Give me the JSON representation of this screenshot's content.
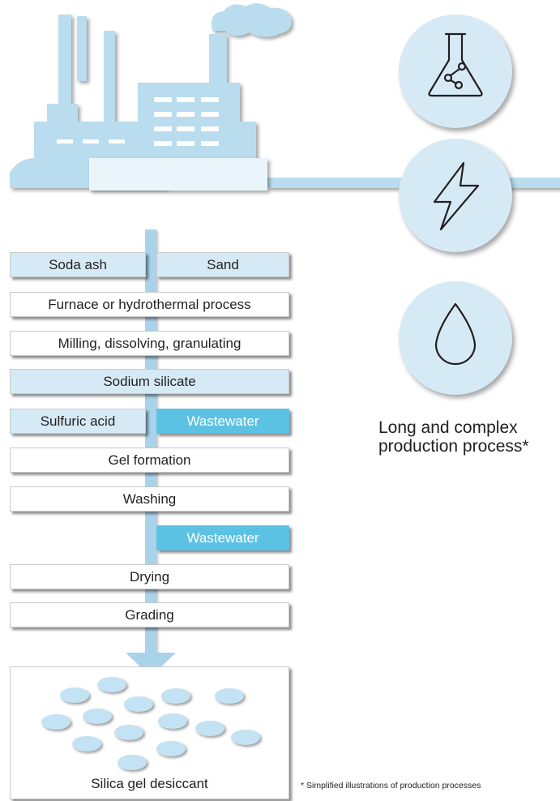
{
  "colors": {
    "light_blue": "#d6eaf6",
    "accent": "#5cc2e3",
    "pipe": "#a9d3ea",
    "text": "#231f20"
  },
  "icons": [
    "flask-molecule-icon",
    "lightning-bolt-icon",
    "water-drop-icon"
  ],
  "steps": {
    "soda_ash": "Soda ash",
    "sand": "Sand",
    "furnace": "Furnace or hydrothermal process",
    "milling": "Milling, dissolving, granulating",
    "sodium_silicate": "Sodium silicate",
    "sulfuric_acid": "Sulfuric acid",
    "wastewater_1": "Wastewater",
    "gel_formation": "Gel formation",
    "washing": "Washing",
    "wastewater_2": "Wastewater",
    "drying": "Drying",
    "grading": "Grading"
  },
  "result_label": "Silica gel desiccant",
  "side_text": "Long and complex production process*",
  "footnote": "* Simplified illustrations of production processes"
}
